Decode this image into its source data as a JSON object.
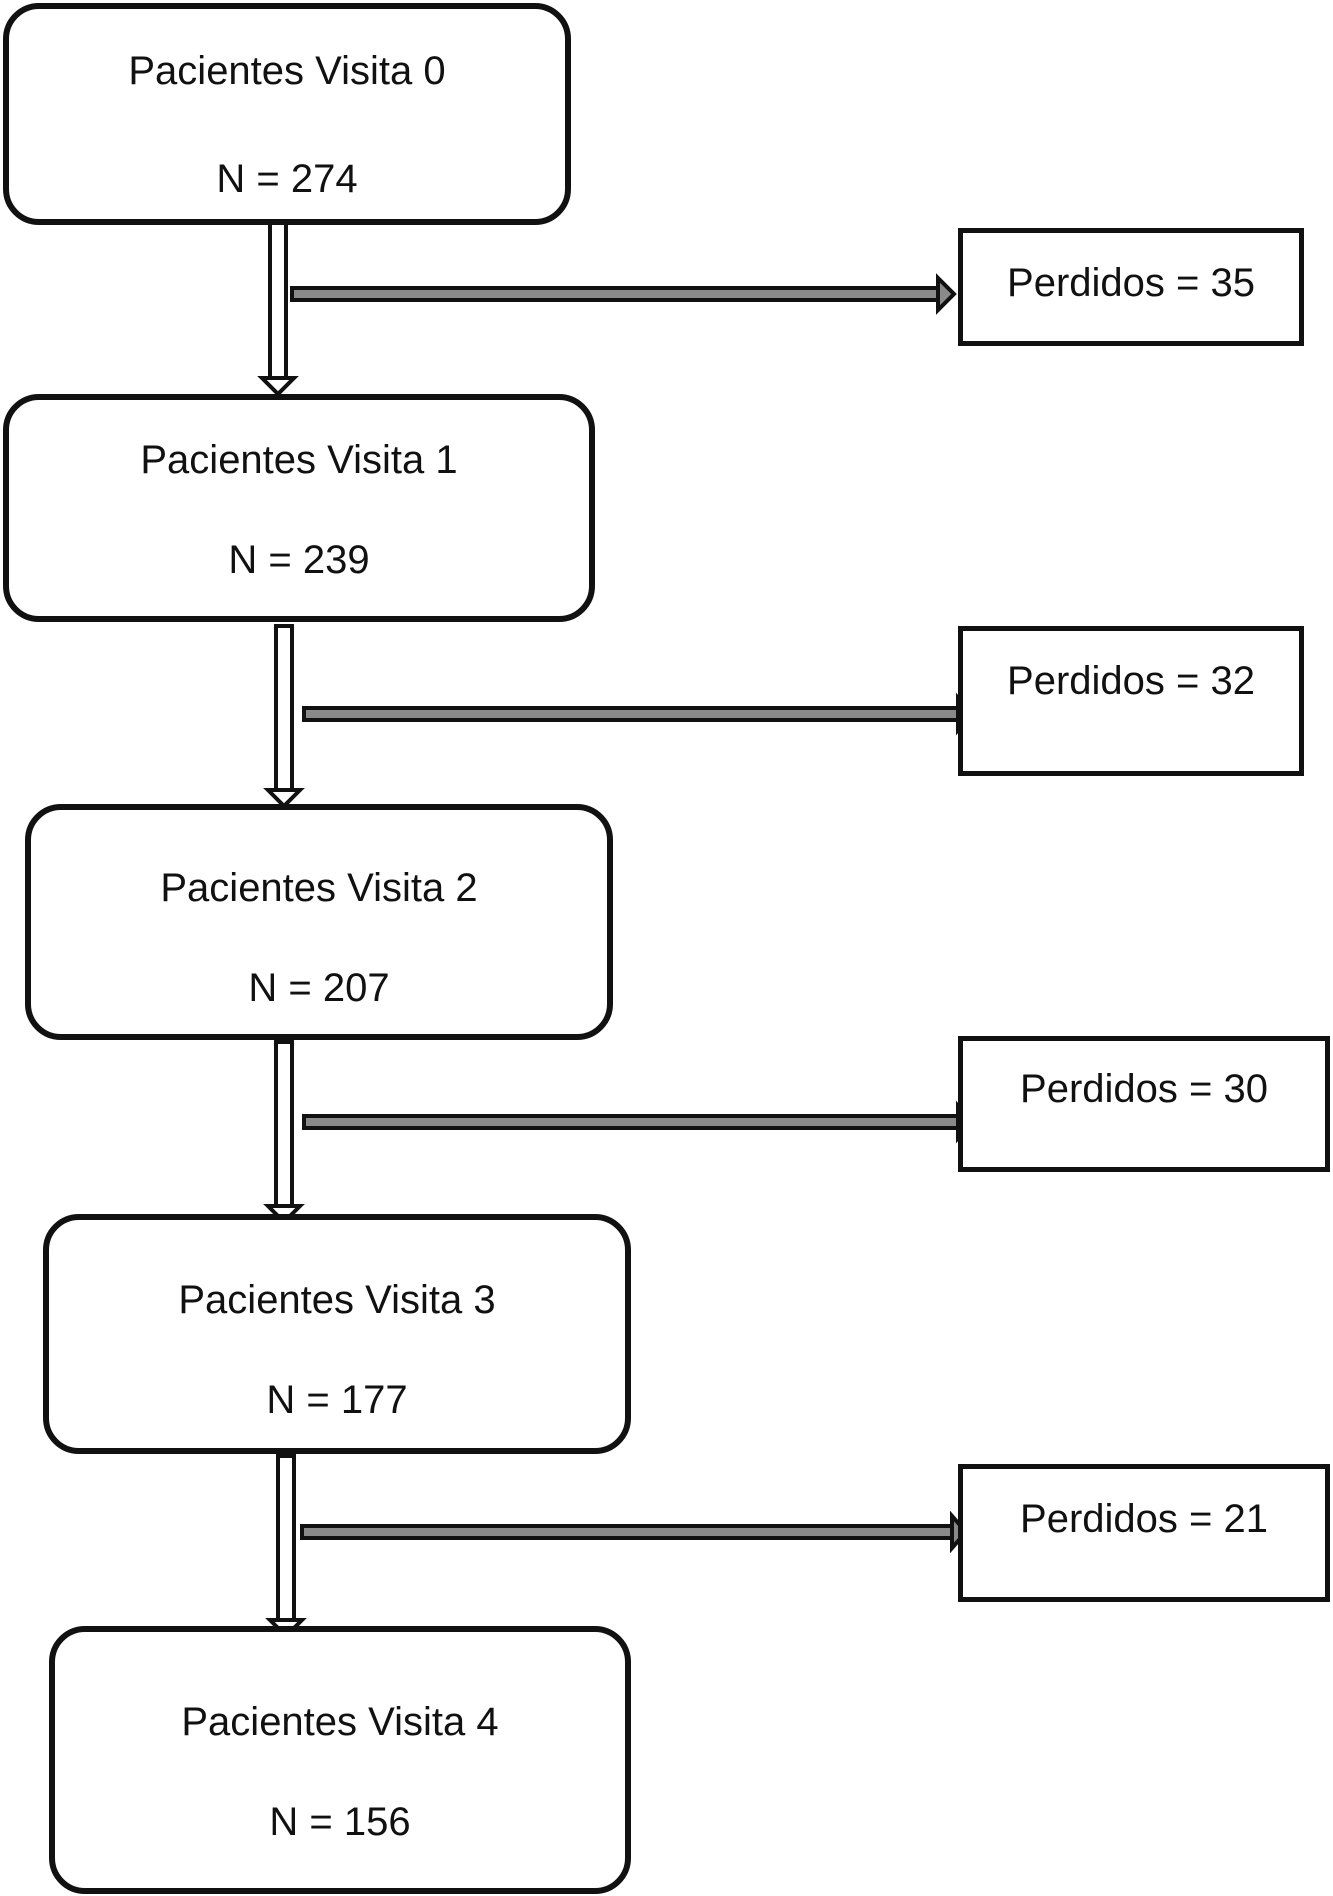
{
  "diagram": {
    "visits": [
      {
        "label": "Pacientes Visita 0",
        "n_text": "N = 274"
      },
      {
        "label": "Pacientes Visita 1",
        "n_text": "N = 239"
      },
      {
        "label": "Pacientes Visita 2",
        "n_text": "N = 207"
      },
      {
        "label": "Pacientes Visita 3",
        "n_text": "N = 177"
      },
      {
        "label": "Pacientes Visita 4",
        "n_text": "N = 156"
      }
    ],
    "losses": [
      {
        "text": "Perdidos = 35"
      },
      {
        "text": "Perdidos = 32"
      },
      {
        "text": "Perdidos = 30"
      },
      {
        "text": "Perdidos = 21"
      }
    ],
    "colors": {
      "stroke": "#111111",
      "arrow_fill": "#ffffff",
      "side_arrow_fill": "#8a8a8a",
      "background": "#ffffff"
    }
  }
}
